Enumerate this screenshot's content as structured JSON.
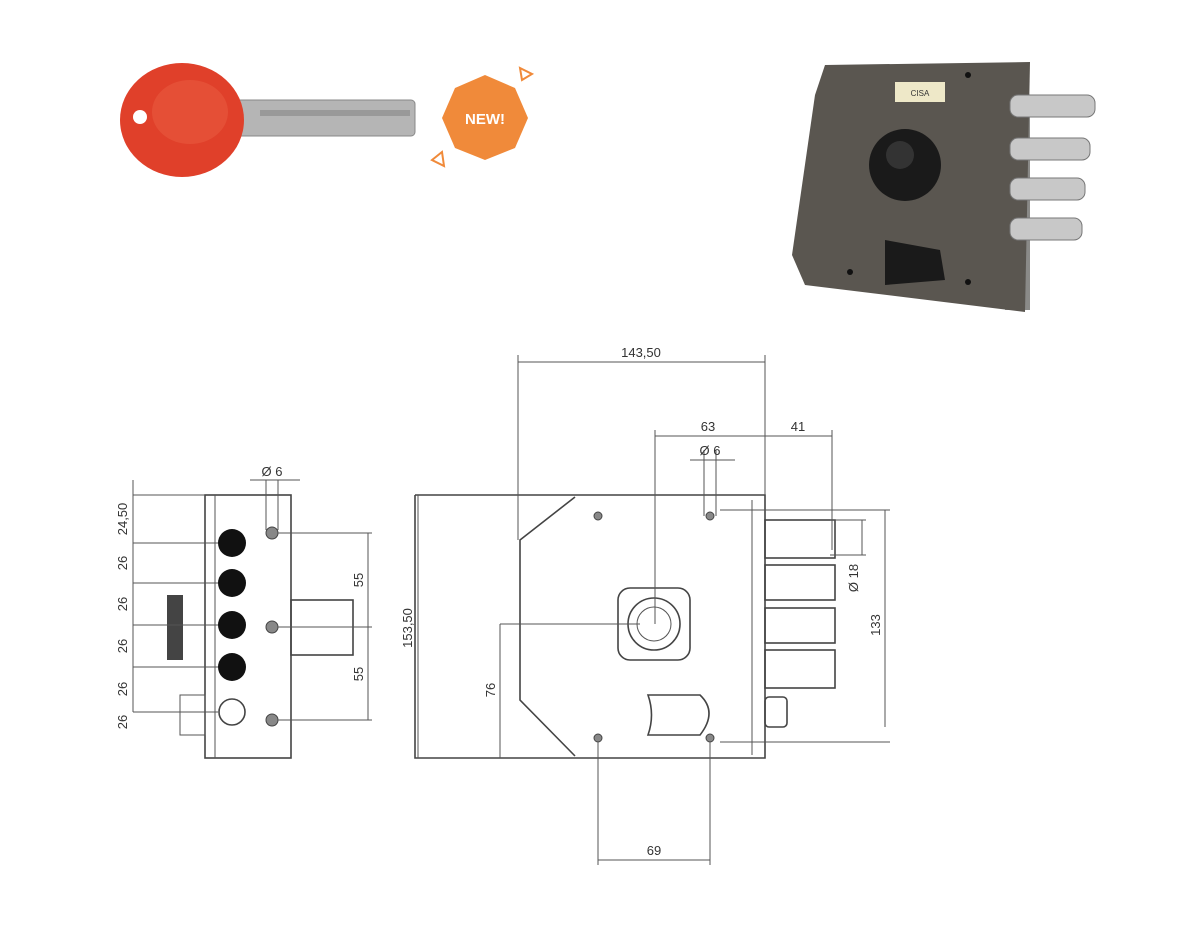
{
  "badge": {
    "label": "NEW!",
    "color": "#f08a3a"
  },
  "key": {
    "head_color": "#e0402a",
    "shaft_color": "#b8b8b8"
  },
  "lock_photo": {
    "body_color": "#5a5650",
    "brand_label": "CISA"
  },
  "side_view": {
    "hole_label": "Ø 6",
    "left_dims": [
      "24,50",
      "26",
      "26",
      "26",
      "26",
      "26"
    ],
    "right_dims": [
      "55",
      "55"
    ]
  },
  "front_view": {
    "width_label": "143,50",
    "cyl_offset_label": "63",
    "bolt_throw_label": "41",
    "hole_label": "Ø 6",
    "bolt_dia_label": "Ø 18",
    "height_label": "153,50",
    "cyl_height_label": "76",
    "bolt_span_label": "133",
    "screw_span_label": "69"
  }
}
